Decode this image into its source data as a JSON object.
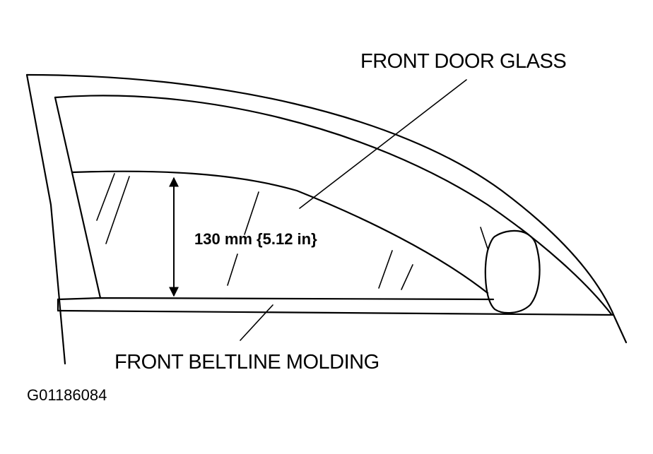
{
  "labels": {
    "front_door_glass": "FRONT DOOR GLASS",
    "dimension": "130 mm {5.12 in}",
    "front_beltline_molding": "FRONT BELTLINE MOLDING",
    "figure_id": "G01186084"
  }
}
